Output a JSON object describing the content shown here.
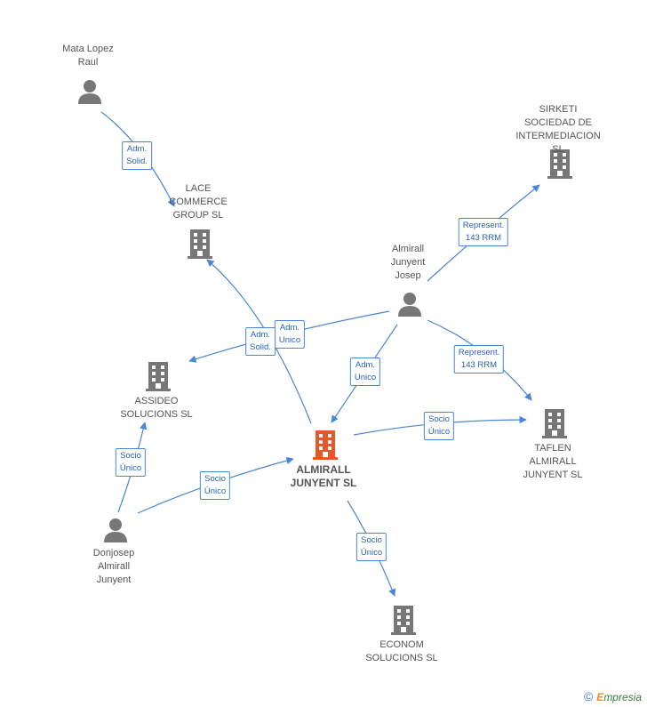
{
  "colors": {
    "edge": "#4a86d8",
    "icon_gray": "#777777",
    "icon_main": "#e8572a"
  },
  "nodes": {
    "mata_lopez": {
      "label": "Mata Lopez\nRaul",
      "icon": "person-icon"
    },
    "lace_commerce": {
      "label": "LACE\nCOMMERCE\nGROUP SL",
      "icon": "building-icon"
    },
    "sirketi": {
      "label": "SIRKETI\nSOCIEDAD DE\nINTERMEDIACION SL",
      "icon": "building-icon"
    },
    "almirall_josep": {
      "label": "Almirall\nJunyent\nJosep",
      "icon": "person-icon"
    },
    "assideo": {
      "label": "ASSIDEO\nSOLUCIONS SL",
      "icon": "building-icon"
    },
    "almirall_junyent_sl": {
      "label": "ALMIRALL\nJUNYENT SL",
      "icon": "building-icon"
    },
    "taflen": {
      "label": "TAFLEN\nALMIRALL\nJUNYENT  SL",
      "icon": "building-icon"
    },
    "donjosep": {
      "label": "Donjosep\nAlmirall\nJunyent",
      "icon": "person-icon"
    },
    "econom": {
      "label": "ECONOM\nSOLUCIONS SL",
      "icon": "building-icon"
    }
  },
  "edges": {
    "mata_to_lace": "Adm.\nSolid.",
    "josep_to_sirketi": "Represent.\n143 RRM",
    "josep_to_assideo": "Adm.\nUnico",
    "main_to_lace": "Adm.\nSolid.",
    "josep_to_main": "Adm.\nUnico",
    "josep_to_taflen": "Represent.\n143 RRM",
    "donjosep_to_assideo": "Socio\nÚnico",
    "donjosep_to_main": "Socio\nÚnico",
    "main_to_taflen": "Socio\nÚnico",
    "main_to_econom": "Socio\nÚnico"
  },
  "footer": {
    "copyright_symbol": "©",
    "brand_initial": "E",
    "brand_rest": "mpresia"
  }
}
